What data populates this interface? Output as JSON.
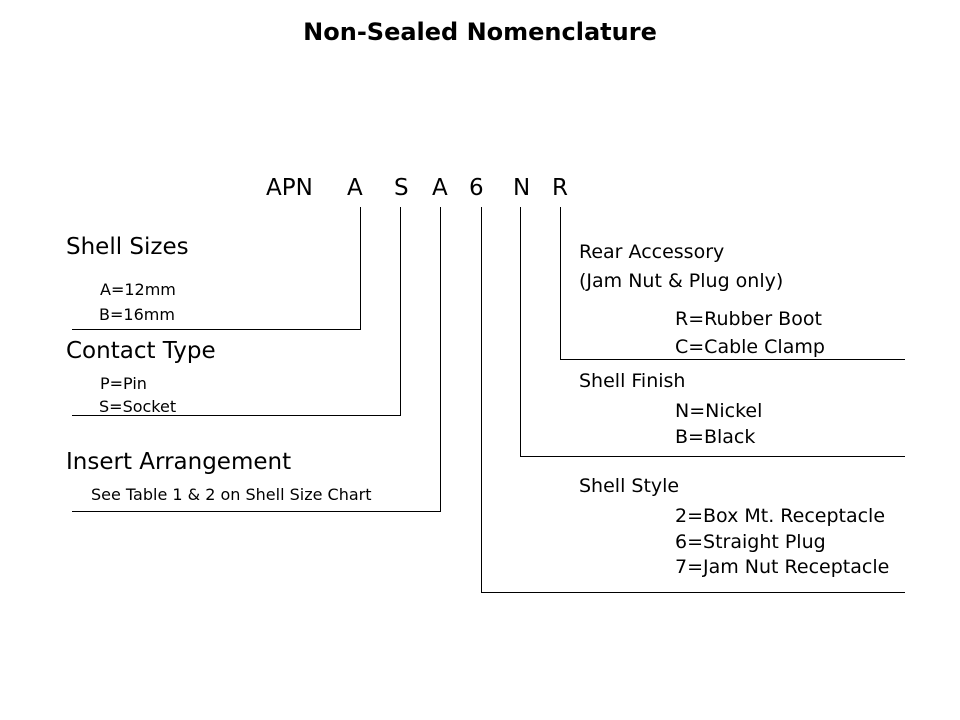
{
  "title": "Non-Sealed Nomenclature",
  "part_code": [
    "APN",
    "A",
    "S",
    "A",
    "6",
    "N",
    "R"
  ],
  "left": {
    "shell_sizes": {
      "heading": "Shell Sizes",
      "options": [
        "A=12mm",
        "B=16mm"
      ]
    },
    "contact_type": {
      "heading": "Contact Type",
      "options": [
        "P=Pin",
        "S=Socket"
      ]
    },
    "insert_arrangement": {
      "heading": "Insert Arrangement",
      "note": "See Table 1 & 2 on Shell Size Chart"
    }
  },
  "right": {
    "rear_accessory": {
      "heading_1": "Rear Accessory",
      "heading_2": "(Jam Nut & Plug only)",
      "options": [
        "R=Rubber Boot",
        "C=Cable Clamp"
      ]
    },
    "shell_finish": {
      "heading": "Shell Finish",
      "options": [
        "N=Nickel",
        "B=Black"
      ]
    },
    "shell_style": {
      "heading": "Shell Style",
      "options": [
        "2=Box Mt. Receptacle",
        "6=Straight Plug",
        "7=Jam Nut Receptacle"
      ]
    }
  }
}
